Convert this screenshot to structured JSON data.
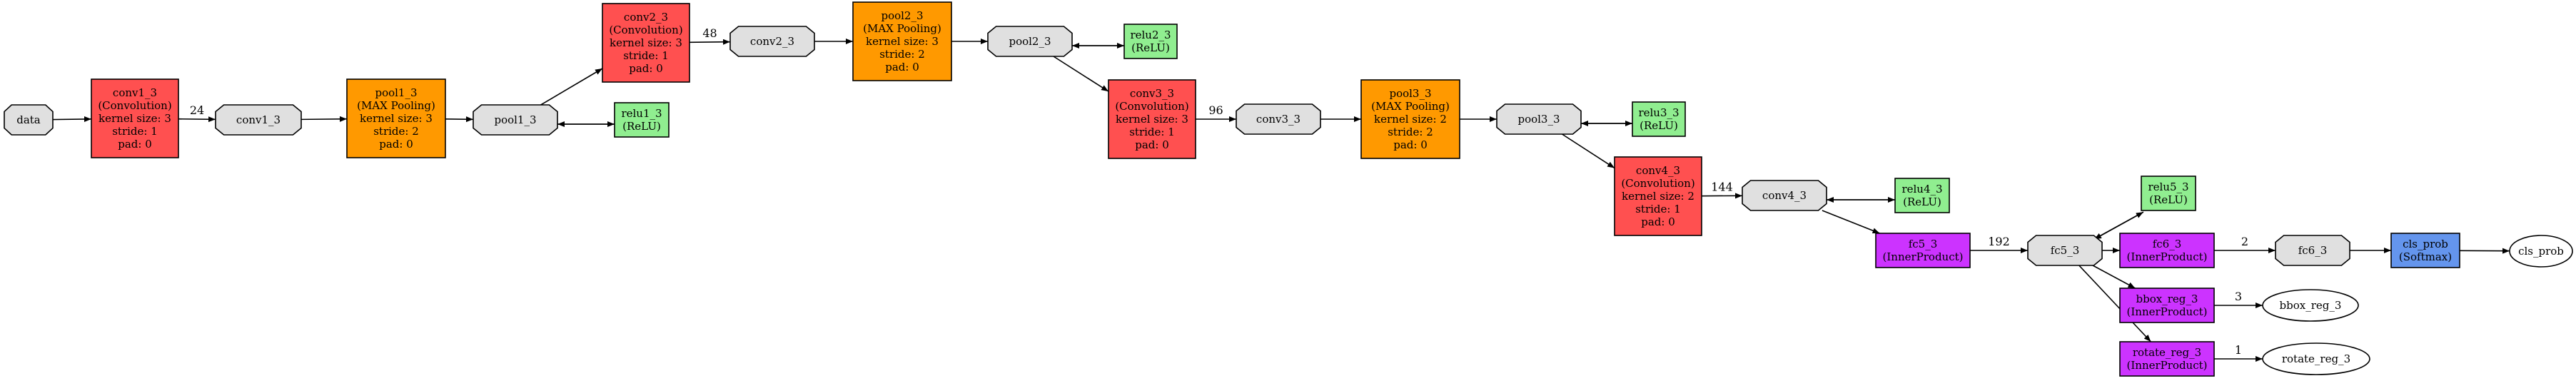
{
  "colors": {
    "convolution": "#ff5050",
    "pooling": "#ff9900",
    "relu": "#90ee90",
    "inner_product": "#cc33ff",
    "softmax": "#6495ed",
    "blob": "#e0e0e0",
    "output": "#ffffff"
  },
  "nodes": [
    {
      "id": "data",
      "shape": "octagon",
      "kind": "blob",
      "lines": [
        "data"
      ]
    },
    {
      "id": "conv1_3",
      "shape": "rect",
      "kind": "convolution",
      "lines": [
        "conv1_3",
        "(Convolution)",
        "kernel size: 3",
        "stride: 1",
        "pad: 0"
      ]
    },
    {
      "id": "conv1_3_blob",
      "shape": "octagon",
      "kind": "blob",
      "lines": [
        "conv1_3"
      ]
    },
    {
      "id": "pool1_3",
      "shape": "rect",
      "kind": "pooling",
      "lines": [
        "pool1_3",
        "(MAX Pooling)",
        "kernel size: 3",
        "stride: 2",
        "pad: 0"
      ]
    },
    {
      "id": "pool1_3_blob",
      "shape": "octagon",
      "kind": "blob",
      "lines": [
        "pool1_3"
      ]
    },
    {
      "id": "relu1_3",
      "shape": "rect",
      "kind": "relu",
      "lines": [
        "relu1_3",
        "(ReLU)"
      ]
    },
    {
      "id": "conv2_3",
      "shape": "rect",
      "kind": "convolution",
      "lines": [
        "conv2_3",
        "(Convolution)",
        "kernel size: 3",
        "stride: 1",
        "pad: 0"
      ]
    },
    {
      "id": "conv2_3_blob",
      "shape": "octagon",
      "kind": "blob",
      "lines": [
        "conv2_3"
      ]
    },
    {
      "id": "pool2_3",
      "shape": "rect",
      "kind": "pooling",
      "lines": [
        "pool2_3",
        "(MAX Pooling)",
        "kernel size: 3",
        "stride: 2",
        "pad: 0"
      ]
    },
    {
      "id": "pool2_3_blob",
      "shape": "octagon",
      "kind": "blob",
      "lines": [
        "pool2_3"
      ]
    },
    {
      "id": "relu2_3",
      "shape": "rect",
      "kind": "relu",
      "lines": [
        "relu2_3",
        "(ReLU)"
      ]
    },
    {
      "id": "conv3_3",
      "shape": "rect",
      "kind": "convolution",
      "lines": [
        "conv3_3",
        "(Convolution)",
        "kernel size: 3",
        "stride: 1",
        "pad: 0"
      ]
    },
    {
      "id": "conv3_3_blob",
      "shape": "octagon",
      "kind": "blob",
      "lines": [
        "conv3_3"
      ]
    },
    {
      "id": "pool3_3",
      "shape": "rect",
      "kind": "pooling",
      "lines": [
        "pool3_3",
        "(MAX Pooling)",
        "kernel size: 2",
        "stride: 2",
        "pad: 0"
      ]
    },
    {
      "id": "pool3_3_blob",
      "shape": "octagon",
      "kind": "blob",
      "lines": [
        "pool3_3"
      ]
    },
    {
      "id": "relu3_3",
      "shape": "rect",
      "kind": "relu",
      "lines": [
        "relu3_3",
        "(ReLU)"
      ]
    },
    {
      "id": "conv4_3",
      "shape": "rect",
      "kind": "convolution",
      "lines": [
        "conv4_3",
        "(Convolution)",
        "kernel size: 2",
        "stride: 1",
        "pad: 0"
      ]
    },
    {
      "id": "conv4_3_blob",
      "shape": "octagon",
      "kind": "blob",
      "lines": [
        "conv4_3"
      ]
    },
    {
      "id": "relu4_3",
      "shape": "rect",
      "kind": "relu",
      "lines": [
        "relu4_3",
        "(ReLU)"
      ]
    },
    {
      "id": "fc5_3",
      "shape": "rect",
      "kind": "inner_product",
      "lines": [
        "fc5_3",
        "(InnerProduct)"
      ]
    },
    {
      "id": "fc5_3_blob",
      "shape": "octagon",
      "kind": "blob",
      "lines": [
        "fc5_3"
      ]
    },
    {
      "id": "relu5_3",
      "shape": "rect",
      "kind": "relu",
      "lines": [
        "relu5_3",
        "(ReLU)"
      ]
    },
    {
      "id": "fc6_3",
      "shape": "rect",
      "kind": "inner_product",
      "lines": [
        "fc6_3",
        "(InnerProduct)"
      ]
    },
    {
      "id": "fc6_3_blob",
      "shape": "octagon",
      "kind": "blob",
      "lines": [
        "fc6_3"
      ]
    },
    {
      "id": "cls_prob",
      "shape": "rect",
      "kind": "softmax",
      "lines": [
        "cls_prob",
        "(Softmax)"
      ]
    },
    {
      "id": "cls_prob_blob",
      "shape": "ellipse",
      "kind": "output",
      "lines": [
        "cls_prob"
      ]
    },
    {
      "id": "bbox_reg_3",
      "shape": "rect",
      "kind": "inner_product",
      "lines": [
        "bbox_reg_3",
        "(InnerProduct)"
      ]
    },
    {
      "id": "bbox_reg_3_blob",
      "shape": "ellipse",
      "kind": "output",
      "lines": [
        "bbox_reg_3"
      ]
    },
    {
      "id": "rotate_reg_3",
      "shape": "rect",
      "kind": "inner_product",
      "lines": [
        "rotate_reg_3",
        "(InnerProduct)"
      ]
    },
    {
      "id": "rotate_reg_3_blob",
      "shape": "ellipse",
      "kind": "output",
      "lines": [
        "rotate_reg_3"
      ]
    }
  ],
  "edges": [
    {
      "from": "data",
      "to": "conv1_3",
      "label": ""
    },
    {
      "from": "conv1_3",
      "to": "conv1_3_blob",
      "label": "24"
    },
    {
      "from": "conv1_3_blob",
      "to": "pool1_3",
      "label": ""
    },
    {
      "from": "pool1_3",
      "to": "pool1_3_blob",
      "label": ""
    },
    {
      "from": "pool1_3_blob",
      "to": "relu1_3",
      "label": ""
    },
    {
      "from": "relu1_3",
      "to": "pool1_3_blob",
      "label": ""
    },
    {
      "from": "pool1_3_blob",
      "to": "conv2_3",
      "label": ""
    },
    {
      "from": "conv2_3",
      "to": "conv2_3_blob",
      "label": "48"
    },
    {
      "from": "conv2_3_blob",
      "to": "pool2_3",
      "label": ""
    },
    {
      "from": "pool2_3",
      "to": "pool2_3_blob",
      "label": ""
    },
    {
      "from": "pool2_3_blob",
      "to": "relu2_3",
      "label": ""
    },
    {
      "from": "relu2_3",
      "to": "pool2_3_blob",
      "label": ""
    },
    {
      "from": "pool2_3_blob",
      "to": "conv3_3",
      "label": ""
    },
    {
      "from": "conv3_3",
      "to": "conv3_3_blob",
      "label": "96"
    },
    {
      "from": "conv3_3_blob",
      "to": "pool3_3",
      "label": ""
    },
    {
      "from": "pool3_3",
      "to": "pool3_3_blob",
      "label": ""
    },
    {
      "from": "pool3_3_blob",
      "to": "relu3_3",
      "label": ""
    },
    {
      "from": "relu3_3",
      "to": "pool3_3_blob",
      "label": ""
    },
    {
      "from": "pool3_3_blob",
      "to": "conv4_3",
      "label": ""
    },
    {
      "from": "conv4_3",
      "to": "conv4_3_blob",
      "label": "144"
    },
    {
      "from": "conv4_3_blob",
      "to": "relu4_3",
      "label": ""
    },
    {
      "from": "relu4_3",
      "to": "conv4_3_blob",
      "label": ""
    },
    {
      "from": "conv4_3_blob",
      "to": "fc5_3",
      "label": ""
    },
    {
      "from": "fc5_3",
      "to": "fc5_3_blob",
      "label": "192"
    },
    {
      "from": "fc5_3_blob",
      "to": "relu5_3",
      "label": ""
    },
    {
      "from": "relu5_3",
      "to": "fc5_3_blob",
      "label": ""
    },
    {
      "from": "fc5_3_blob",
      "to": "fc6_3",
      "label": ""
    },
    {
      "from": "fc5_3_blob",
      "to": "bbox_reg_3",
      "label": ""
    },
    {
      "from": "fc5_3_blob",
      "to": "rotate_reg_3",
      "label": ""
    },
    {
      "from": "fc6_3",
      "to": "fc6_3_blob",
      "label": "2"
    },
    {
      "from": "fc6_3_blob",
      "to": "cls_prob",
      "label": ""
    },
    {
      "from": "cls_prob",
      "to": "cls_prob_blob",
      "label": ""
    },
    {
      "from": "bbox_reg_3",
      "to": "bbox_reg_3_blob",
      "label": "3"
    },
    {
      "from": "rotate_reg_3",
      "to": "rotate_reg_3_blob",
      "label": "1"
    }
  ]
}
